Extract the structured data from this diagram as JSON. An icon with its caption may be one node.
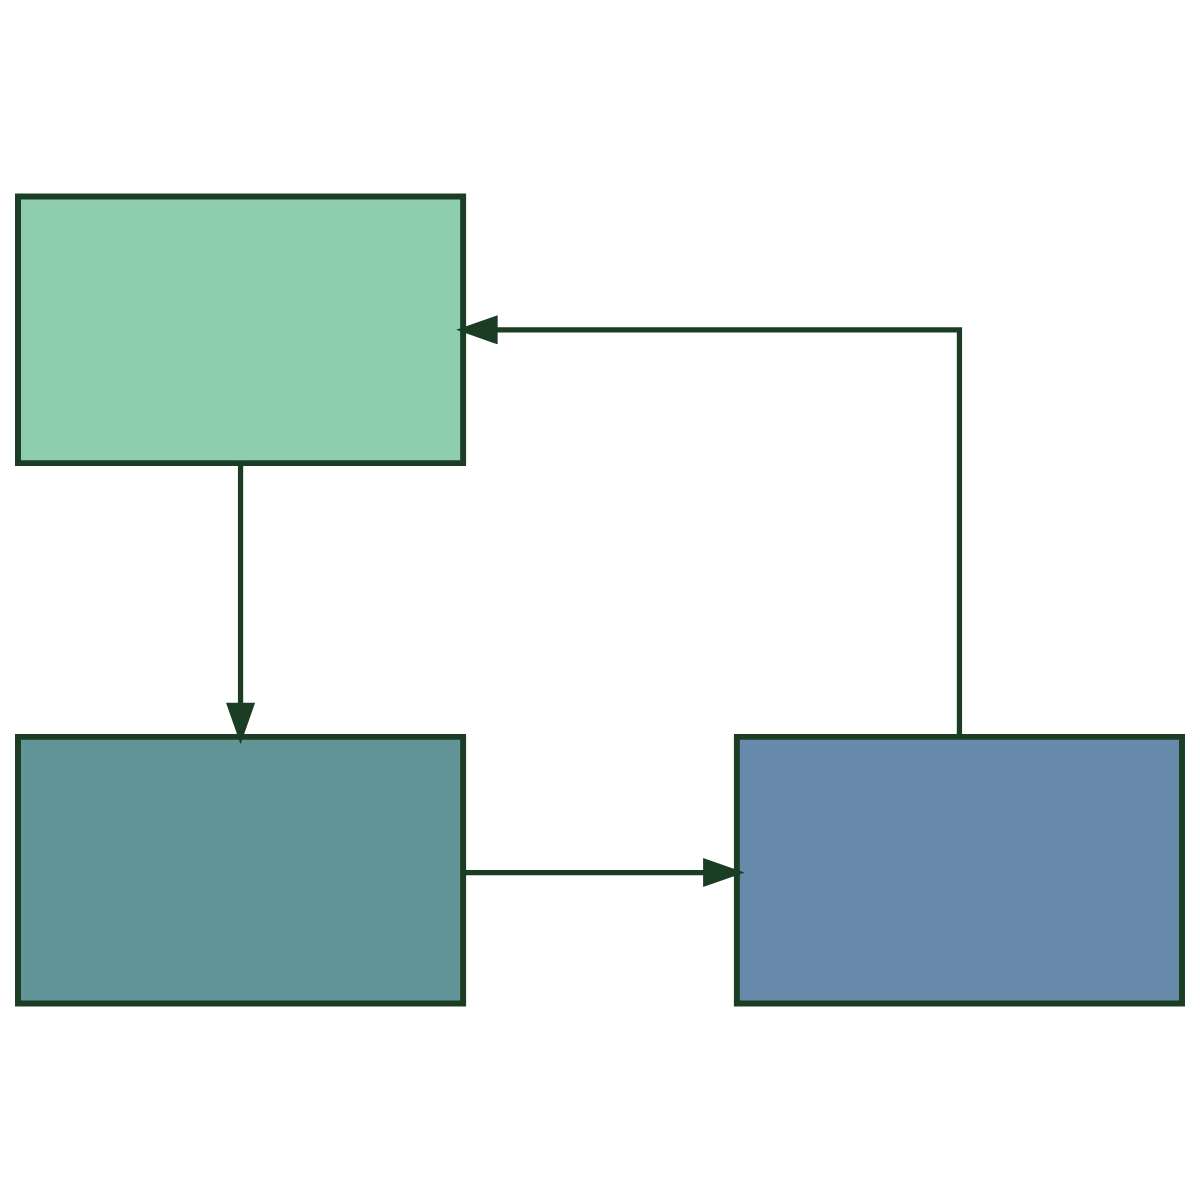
{
  "diagram": {
    "nodes": [
      {
        "text": [],
        "shape": "box"
      },
      {
        "text": [],
        "shape": "box"
      },
      {
        "text": [],
        "shape": "box"
      }
    ],
    "edges": [
      {
        "from": 0,
        "to": 1,
        "arrow": "to"
      },
      {
        "from": 1,
        "to": 2,
        "arrow": "to"
      },
      {
        "from": 2,
        "to": 0,
        "arrow": "to"
      }
    ]
  }
}
